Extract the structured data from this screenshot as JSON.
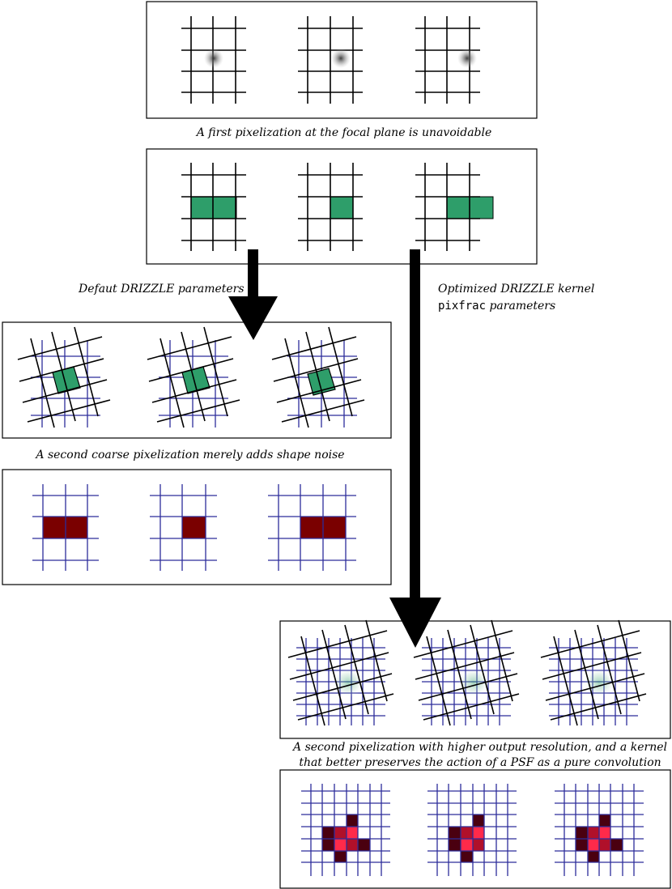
{
  "captions": {
    "first_pixelization": "A first pixelization at the focal plane is unavoidable",
    "default_params": "Defaut DRIZZLE parameters",
    "optimized_line1": "Optimized DRIZZLE kernel",
    "optimized_mono": "pixfrac",
    "optimized_line2_rest": " parameters",
    "coarse_noise": "A second coarse pixelization merely adds shape noise",
    "higher_res_line1": "A second pixelization with higher output resolution, and a kernel",
    "higher_res_line2": "that better preserves the action of a PSF as a pure convolution"
  },
  "colors": {
    "input_pixel_green": "#2e9e6a",
    "coarse_output_red": "#7a0000",
    "fine_dark": "#4a0010",
    "fine_mid": "#b0102a",
    "fine_bright": "#ff2a4a",
    "output_grid_blue": "#2c2c9a",
    "input_grid_black": "#000000"
  },
  "icons": {
    "point_source": "blurred-point-source-icon",
    "arrow": "down-arrow-icon"
  }
}
